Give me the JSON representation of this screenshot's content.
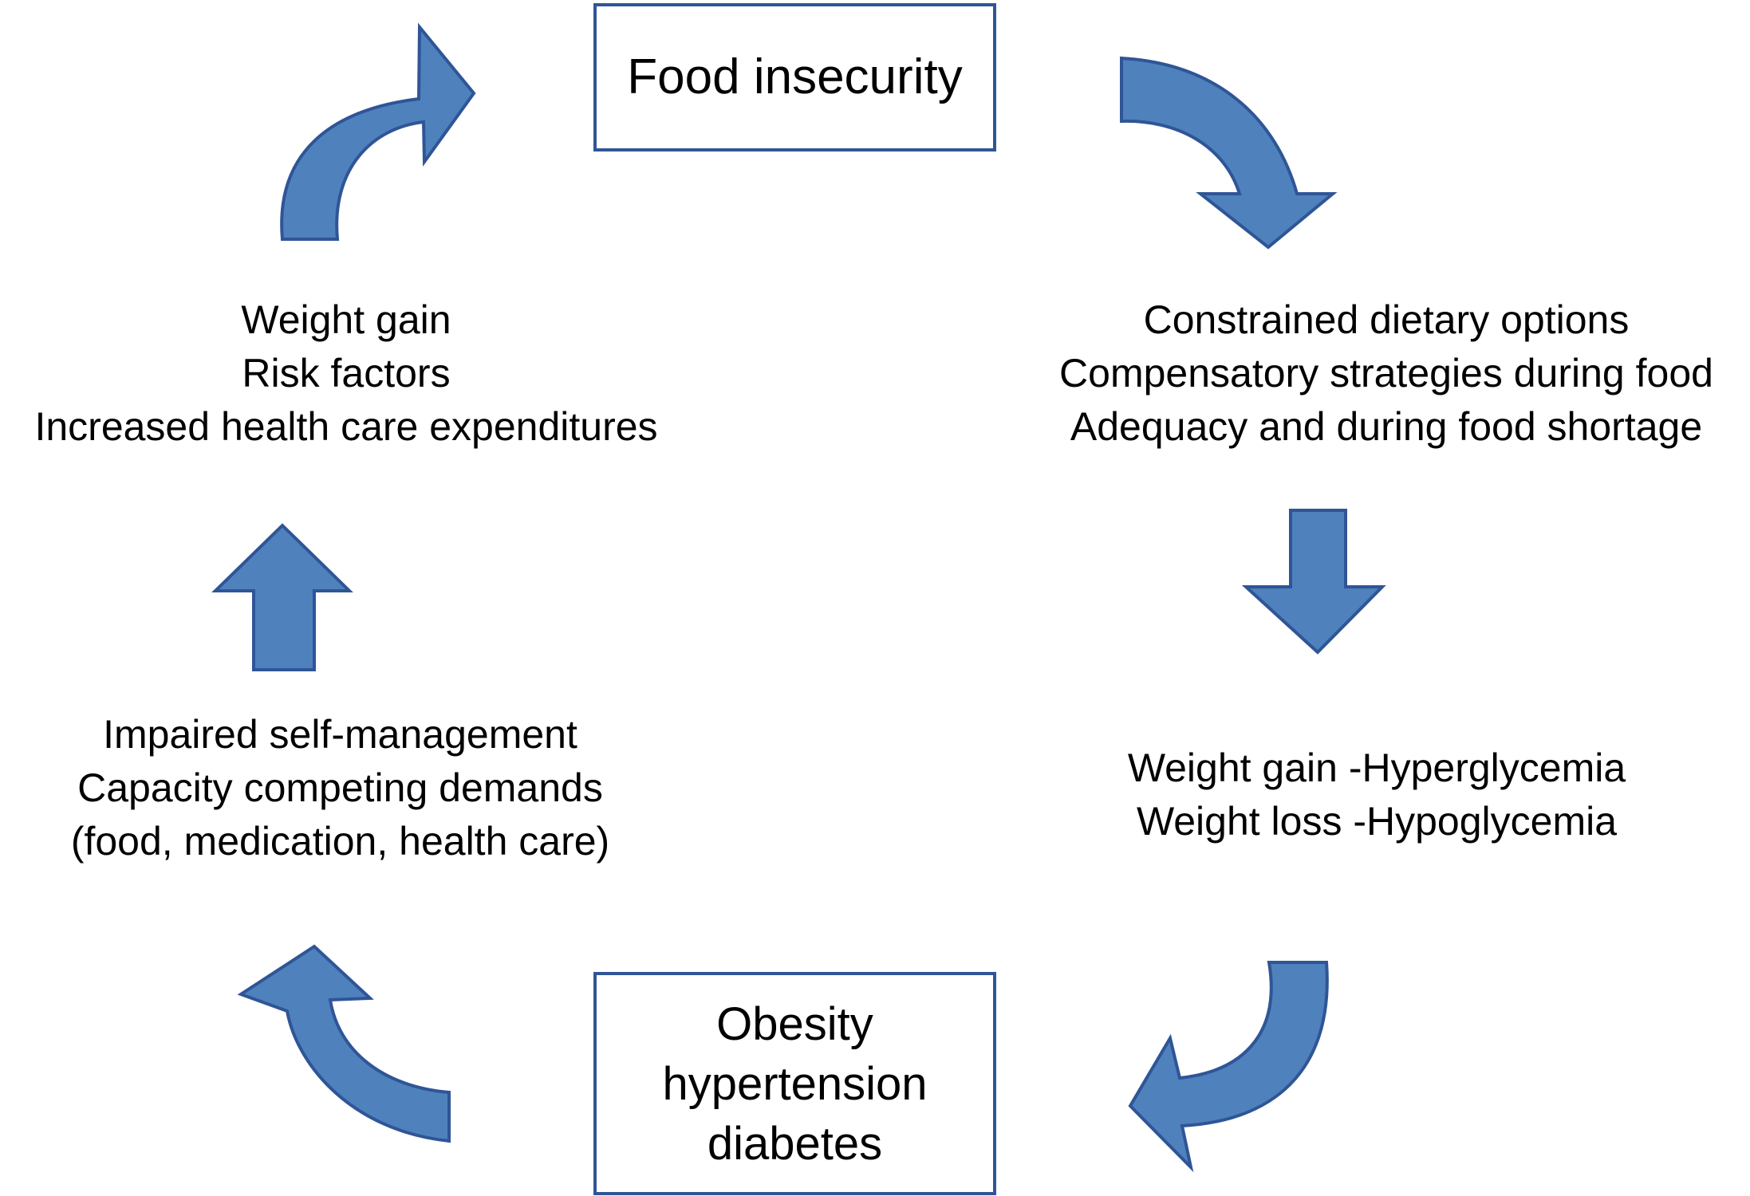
{
  "colors": {
    "arrow_fill": "#4f81bd",
    "arrow_stroke": "#2f5597",
    "box_border": "#2f5597"
  },
  "boxes": {
    "top": {
      "label": "Food insecurity"
    },
    "bottom": {
      "lines": [
        "Obesity",
        "hypertension",
        "diabetes"
      ]
    }
  },
  "text_blocks": {
    "top_left": [
      "Weight gain",
      "Risk factors",
      "Increased health care expenditures"
    ],
    "top_right": [
      "Constrained dietary options",
      "Compensatory strategies during food",
      "Adequacy and during food shortage"
    ],
    "mid_right": [
      "Weight gain -Hyperglycemia",
      "Weight loss -Hypoglycemia"
    ],
    "mid_left": [
      "Impaired self-management",
      "Capacity competing demands",
      "(food, medication, health care)"
    ]
  },
  "arrows": [
    {
      "name": "curved-arrow-top-right-icon",
      "direction": "clockwise-down"
    },
    {
      "name": "down-arrow-right-icon",
      "direction": "down"
    },
    {
      "name": "curved-arrow-bottom-right-icon",
      "direction": "clockwise-left"
    },
    {
      "name": "curved-arrow-bottom-left-icon",
      "direction": "clockwise-up"
    },
    {
      "name": "up-arrow-left-icon",
      "direction": "up"
    },
    {
      "name": "curved-arrow-top-left-icon",
      "direction": "clockwise-right"
    }
  ]
}
